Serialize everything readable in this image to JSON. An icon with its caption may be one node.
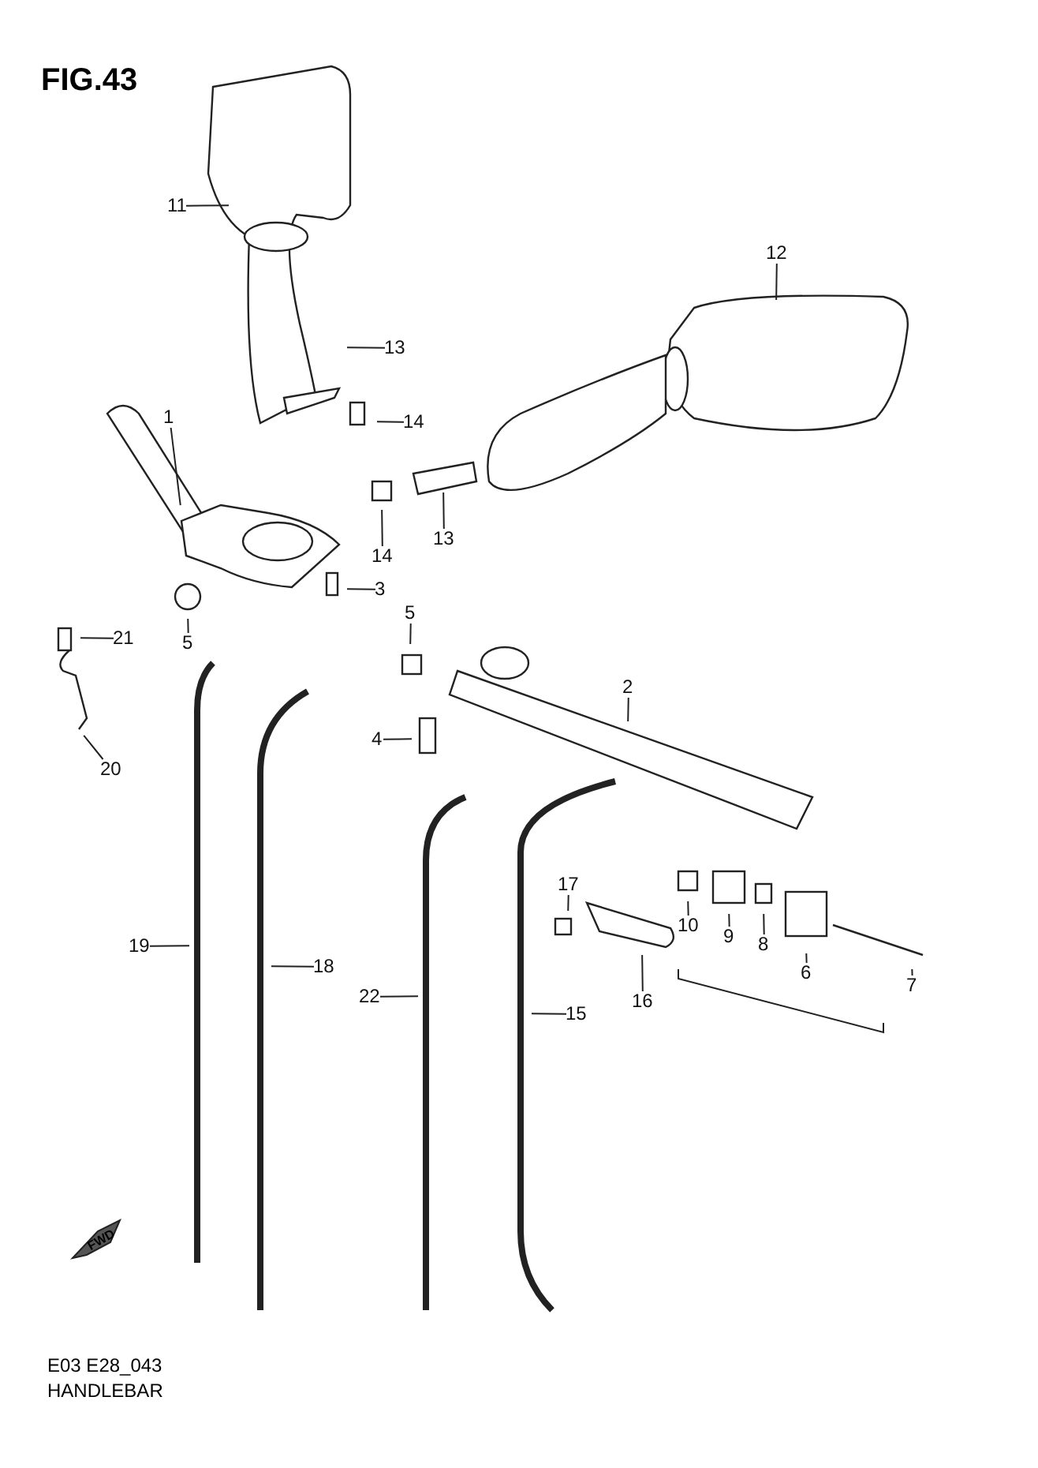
{
  "diagram": {
    "title": "FIG.43",
    "nodes": [
      {
        "text": [
          "11"
        ]
      },
      {
        "text": [
          "12"
        ]
      },
      {
        "text": [
          "13"
        ]
      },
      {
        "text": [
          "14"
        ]
      },
      {
        "text": [
          "1"
        ]
      },
      {
        "text": [
          "14"
        ]
      },
      {
        "text": [
          "13"
        ]
      },
      {
        "text": [
          "3"
        ]
      },
      {
        "text": [
          "5"
        ]
      },
      {
        "text": [
          "21"
        ]
      },
      {
        "text": [
          "5"
        ]
      },
      {
        "text": [
          "2"
        ]
      },
      {
        "text": [
          "4"
        ]
      },
      {
        "text": [
          "20"
        ]
      },
      {
        "text": [
          "17"
        ]
      },
      {
        "text": [
          "10"
        ]
      },
      {
        "text": [
          "9"
        ]
      },
      {
        "text": [
          "8"
        ]
      },
      {
        "text": [
          "6"
        ]
      },
      {
        "text": [
          "7"
        ]
      },
      {
        "text": [
          "16"
        ]
      },
      {
        "text": [
          "19"
        ]
      },
      {
        "text": [
          "18"
        ]
      },
      {
        "text": [
          "22"
        ]
      },
      {
        "text": [
          "15"
        ]
      }
    ],
    "edges": [
      {
        "from": 0,
        "to": null,
        "arrow": "none"
      },
      {
        "from": 1,
        "to": null,
        "arrow": "none"
      },
      {
        "from": 2,
        "to": null,
        "arrow": "none"
      },
      {
        "from": 3,
        "to": null,
        "arrow": "none"
      },
      {
        "from": 4,
        "to": null,
        "arrow": "none"
      },
      {
        "from": 5,
        "to": null,
        "arrow": "none"
      },
      {
        "from": 6,
        "to": null,
        "arrow": "none"
      },
      {
        "from": 7,
        "to": null,
        "arrow": "none"
      },
      {
        "from": 8,
        "to": null,
        "arrow": "none"
      },
      {
        "from": 9,
        "to": null,
        "arrow": "none"
      },
      {
        "from": 10,
        "to": null,
        "arrow": "none"
      },
      {
        "from": 11,
        "to": null,
        "arrow": "none"
      },
      {
        "from": 12,
        "to": null,
        "arrow": "none"
      },
      {
        "from": 13,
        "to": null,
        "arrow": "none"
      },
      {
        "from": 14,
        "to": null,
        "arrow": "none"
      },
      {
        "from": 15,
        "to": null,
        "arrow": "none"
      },
      {
        "from": 16,
        "to": null,
        "arrow": "none"
      },
      {
        "from": 17,
        "to": null,
        "arrow": "none"
      },
      {
        "from": 18,
        "to": null,
        "arrow": "none"
      },
      {
        "from": 19,
        "to": null,
        "arrow": "none"
      },
      {
        "from": 20,
        "to": null,
        "arrow": "none"
      },
      {
        "from": 21,
        "to": null,
        "arrow": "none"
      },
      {
        "from": 22,
        "to": null,
        "arrow": "none"
      },
      {
        "from": 23,
        "to": null,
        "arrow": "none"
      },
      {
        "from": 24,
        "to": null,
        "arrow": "none"
      }
    ],
    "labels": [
      "FWD",
      "E03 E28_043",
      "HANDLEBAR"
    ]
  }
}
